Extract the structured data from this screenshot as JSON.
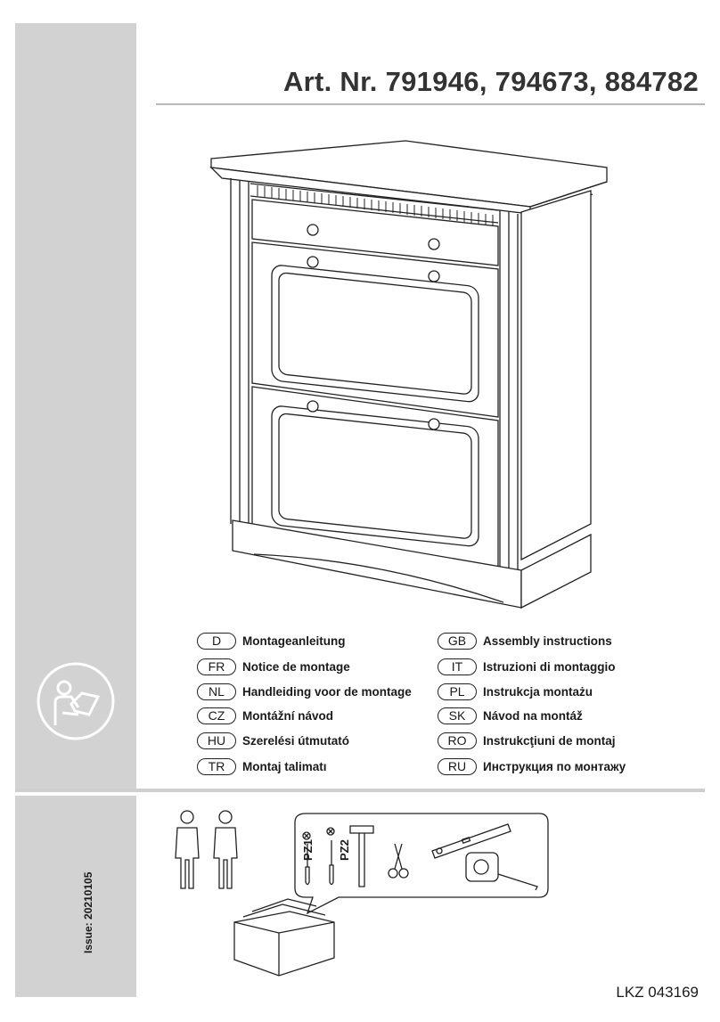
{
  "header": {
    "title": "Art. Nr. 791946, 794673, 884782"
  },
  "languages": [
    {
      "code": "D",
      "label": "Montageanleitung"
    },
    {
      "code": "FR",
      "label": "Notice de montage"
    },
    {
      "code": "NL",
      "label": "Handleiding voor de montage"
    },
    {
      "code": "CZ",
      "label": "Montážní návod"
    },
    {
      "code": "HU",
      "label": "Szerelési útmutató"
    },
    {
      "code": "TR",
      "label": "Montaj talimatı"
    },
    {
      "code": "GB",
      "label": "Assembly instructions"
    },
    {
      "code": "IT",
      "label": "Istruzioni di montaggio"
    },
    {
      "code": "PL",
      "label": "Instrukcja montażu"
    },
    {
      "code": "SK",
      "label": "Návod na montáž"
    },
    {
      "code": "RO",
      "label": "Instrukcţiuni de montaj"
    },
    {
      "code": "RU",
      "label": "Инструкция по монтажу"
    }
  ],
  "tools": {
    "pz1": "PZ1",
    "pz2": "PZ2"
  },
  "footer": {
    "issue": "Issue: 20210105",
    "code": "LKZ 043169"
  },
  "colors": {
    "sidebar": "#d2d2d2",
    "ink": "#1a1a1a"
  }
}
